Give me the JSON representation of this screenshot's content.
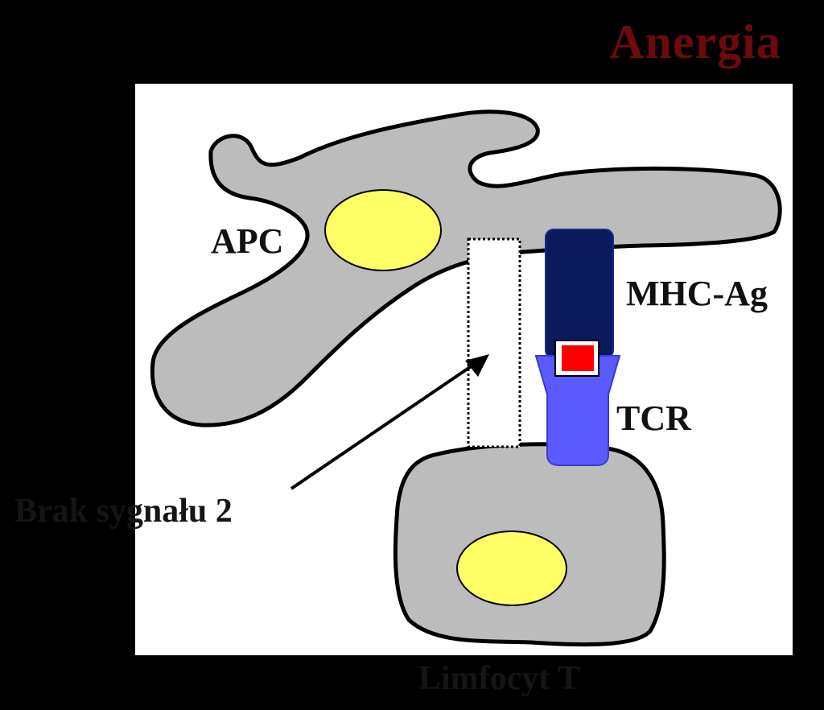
{
  "title": "Anergia",
  "labels": {
    "apc": "APC",
    "mhc_ag": "MHC-Ag",
    "tcr": "TCR",
    "brak_sygnalu": "Brak sygnału 2",
    "limfocyt": "Limfocyt T"
  },
  "colors": {
    "background": "#000000",
    "panel": "#ffffff",
    "title": "#6e0a0a",
    "cell_fill": "#bcbcbc",
    "nucleus": "#ffff66",
    "mhc": "#0a1a5c",
    "antigen": "#ff0000",
    "tcr": "#5a5aff"
  }
}
